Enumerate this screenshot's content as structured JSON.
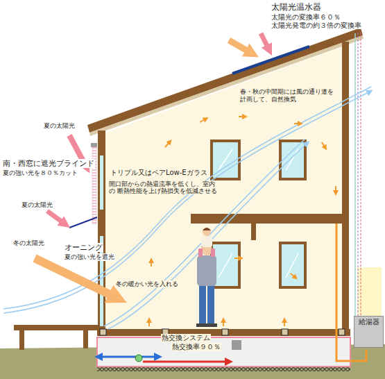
{
  "diagram": {
    "nodes": [
      {
        "text": [
          "給湯器"
        ]
      }
    ],
    "labels": [
      "太陽光温水器",
      "太陽光の変換率６０％",
      "太陽光発電の約３倍の変換率",
      "春・秋の中間期には風の通り道を 計画して、自然換気",
      "夏の太陽光",
      "南・西窓に遮光ブラインド",
      "夏の強い光を８０％カット",
      "トリプル又はペアLow-Eガラス",
      "開口部からの熱還流率を低くし、室内の 断熱性能を上げ熱損失を低減させる",
      "夏の太陽光",
      "冬の太陽光",
      "オーニング",
      "夏の強い光を遮光",
      "冬の暖かい光を入れる",
      "熱交換システム",
      "熱交換率９０％"
    ]
  }
}
